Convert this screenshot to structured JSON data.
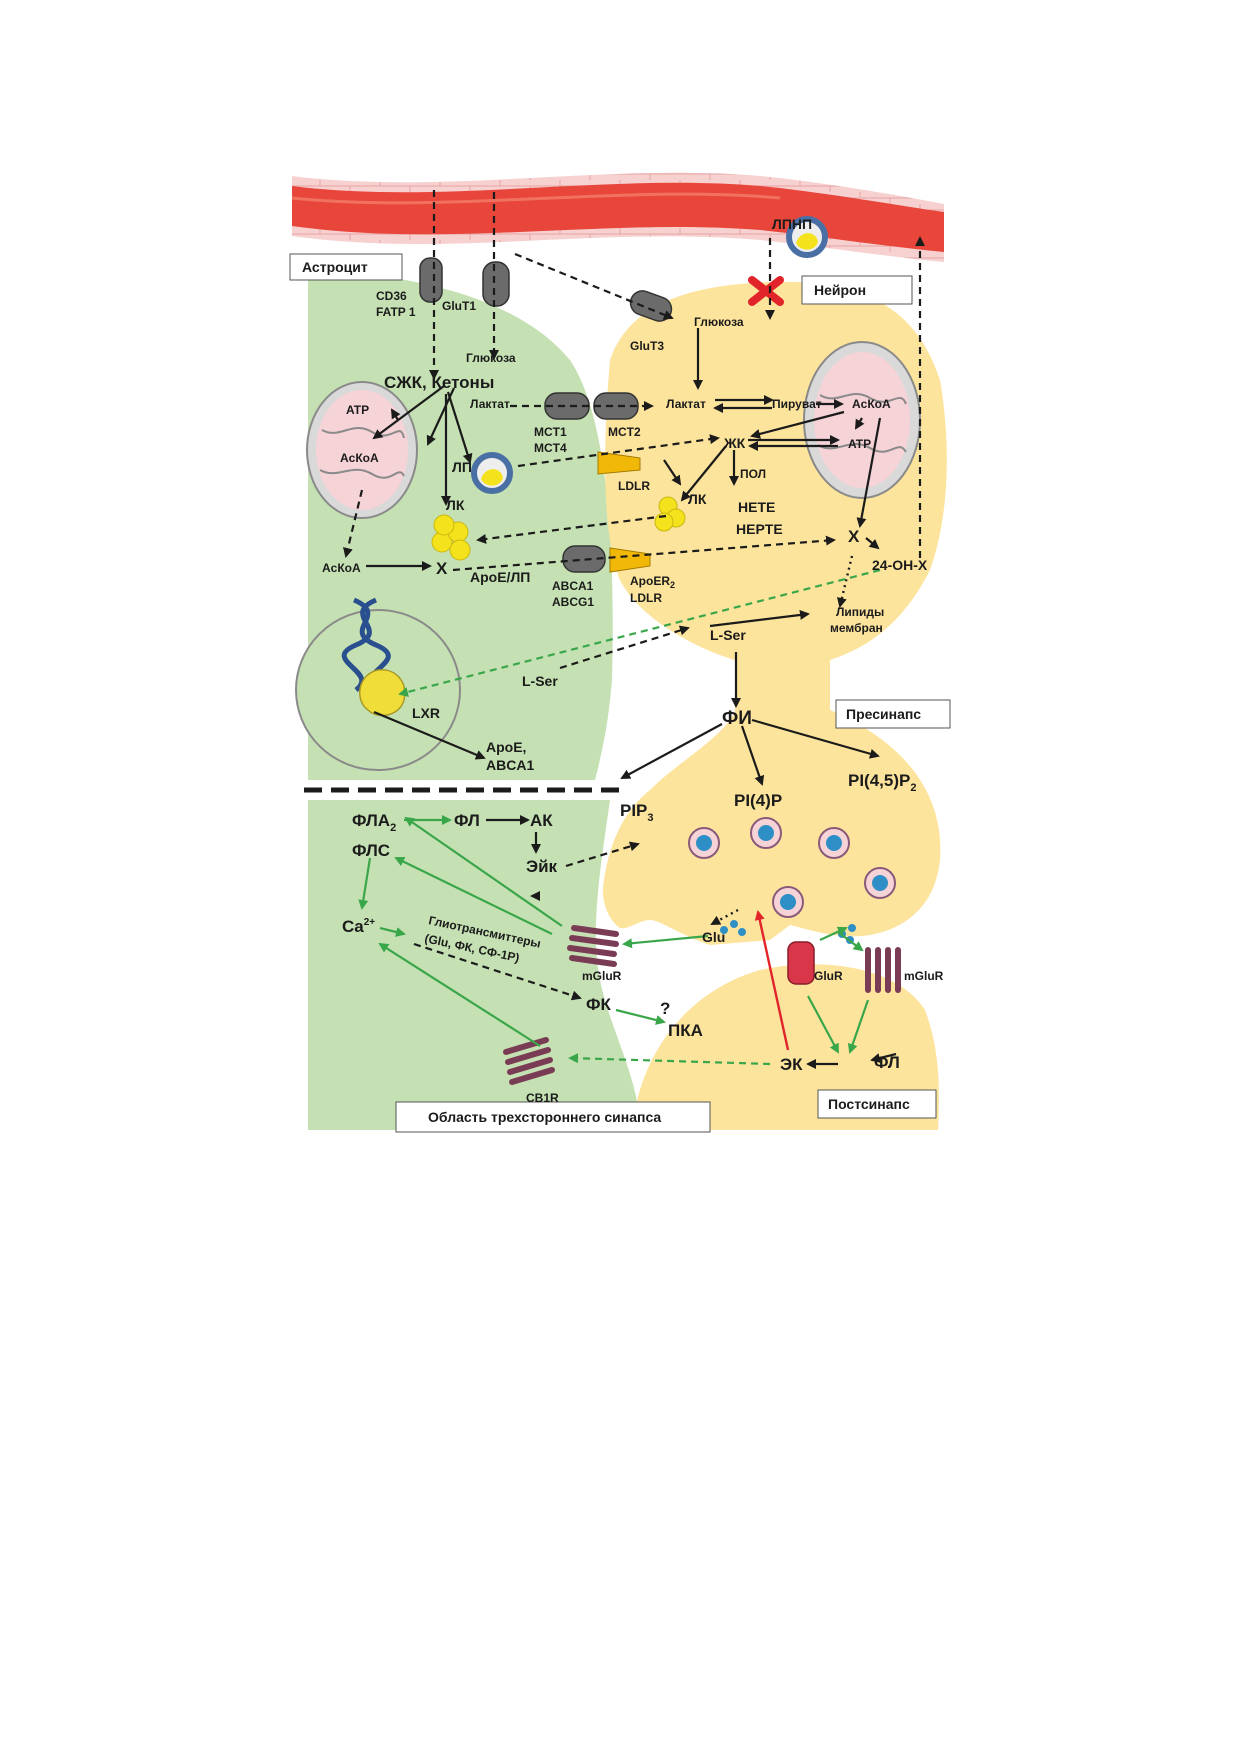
{
  "regions": {
    "astrocyte": "Астроцит",
    "neuron": "Нейрон",
    "presynapse": "Пресинапс",
    "postsynapse": "Постсинапс",
    "tripartite": "Область трехстороннего синапса"
  },
  "vessel": {
    "ldl": "ЛПНП"
  },
  "astrocyte": {
    "cd36": "CD36",
    "fatp1": "FATP 1",
    "glut1": "GluT1",
    "glucose": "Глюкоза",
    "fa_ketones": "СЖК, Кетоны",
    "lactate": "Лактат",
    "atp": "ATP",
    "acoa_mito": "AcКoA",
    "lp": "ЛП",
    "ld": "ЛК",
    "acoa": "AcКoA",
    "x": "X",
    "apoe_lp": "ApoE/ЛП",
    "lser": "L-Ser",
    "lxr": "LXR",
    "apoe": "ApoE,",
    "abca1": "ABCA1"
  },
  "transporters": {
    "mct1": "MCT1",
    "mct4": "MCT4",
    "mct2": "MCT2",
    "ldlr": "LDLR",
    "abca1": "ABCA1",
    "abcg1": "ABCG1",
    "apoer2_base": "ApoER",
    "apoer2_sub": "2",
    "ldlr2": "LDLR"
  },
  "neuron": {
    "glut3": "GluT3",
    "glucose": "Глюкоза",
    "lactate": "Лактат",
    "pyruvate": "Пируват",
    "acoa": "AcКoA",
    "atp": "ATP",
    "fa": "ЖК",
    "pol": "ПОЛ",
    "ld": "ЛК",
    "hete": "HETE",
    "hepte": "HEPTE",
    "x": "X",
    "oh_x": "24-OH-X",
    "membrane_lipids_1": "Липиды",
    "membrane_lipids_2": "мембран",
    "lser": "L-Ser",
    "pi": "ФИ",
    "pip3_base": "PIP",
    "pip3_sub": "3",
    "pi4p": "PI(4)P",
    "pi45p2_base": "PI(4,5)P",
    "pi45p2_sub": "2"
  },
  "synapse": {
    "pla2_base": "ФЛА",
    "pla2_sub": "2",
    "pl": "ФЛ",
    "ak": "АК",
    "plc": "ФЛС",
    "eik": "Эйк",
    "ca_base": "Ca",
    "ca_sup": "2+",
    "gliotransmitters": "Глиотрансмиттеры",
    "gliotransmitters_list": "(Glu, ФК, СФ-1Р)",
    "mglur_astro": "mGluR",
    "glu": "Glu",
    "fk": "ФК",
    "question": "?",
    "pka": "ПКА",
    "cb1r": "CB1R",
    "glur": "GluR",
    "mglur_post": "mGluR",
    "ek": "ЭК",
    "pl_post": "ФЛ"
  },
  "colors": {
    "vessel": "#e8463a",
    "vessel_wall": "#f6c9c9",
    "astrocyte": "#c5e1b3",
    "neuron": "#fde49c",
    "mitochondria": "#f6d3d7",
    "green_arrow": "#3aa64a",
    "red_arrow": "#e0242a",
    "lipid_droplet": "#f4e31c"
  }
}
